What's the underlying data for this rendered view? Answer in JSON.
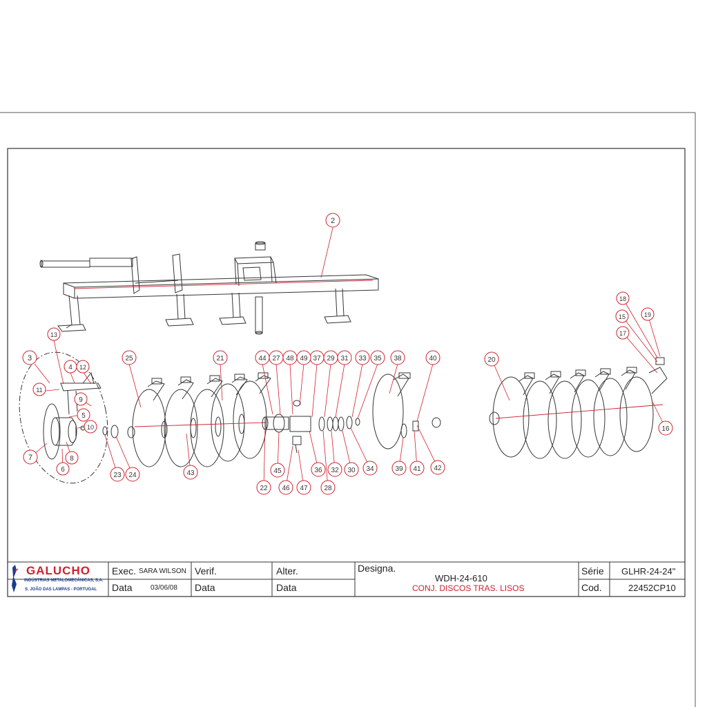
{
  "title_block": {
    "company": {
      "name": "GALUCHO",
      "line1": "INDÚSTRIAS METALOMECÂNICAS, S.A.",
      "line2": "S. JOÃO DAS LAMPAS - PORTUGAL"
    },
    "exec_label": "Exec.",
    "exec_value": "SARA WILSON",
    "data_label": "Data",
    "data_value": "03/06/08",
    "verif_label": "Verif.",
    "verif_data_label": "Data",
    "alter_label": "Alter.",
    "alter_data_label": "Data",
    "designa_label": "Designa.",
    "designa_code": "WDH-24-610",
    "designa_desc": "CONJ. DISCOS TRAS. LISOS",
    "serie_label": "Série",
    "serie_value": "GLHR-24-24\"",
    "cod_label": "Cod.",
    "cod_value": "22452CP10"
  },
  "callouts": [
    "2",
    "3",
    "4",
    "5",
    "6",
    "7",
    "8",
    "9",
    "10",
    "11",
    "12",
    "13",
    "15",
    "16",
    "17",
    "18",
    "19",
    "20",
    "21",
    "22",
    "23",
    "24",
    "25",
    "27",
    "28",
    "29",
    "30",
    "31",
    "32",
    "33",
    "34",
    "35",
    "36",
    "37",
    "38",
    "39",
    "40",
    "41",
    "42",
    "43",
    "44",
    "45",
    "46",
    "47",
    "48",
    "49"
  ],
  "colors": {
    "line": "#333333",
    "accent": "#d0202c",
    "logo_blue": "#1e3c8c"
  }
}
